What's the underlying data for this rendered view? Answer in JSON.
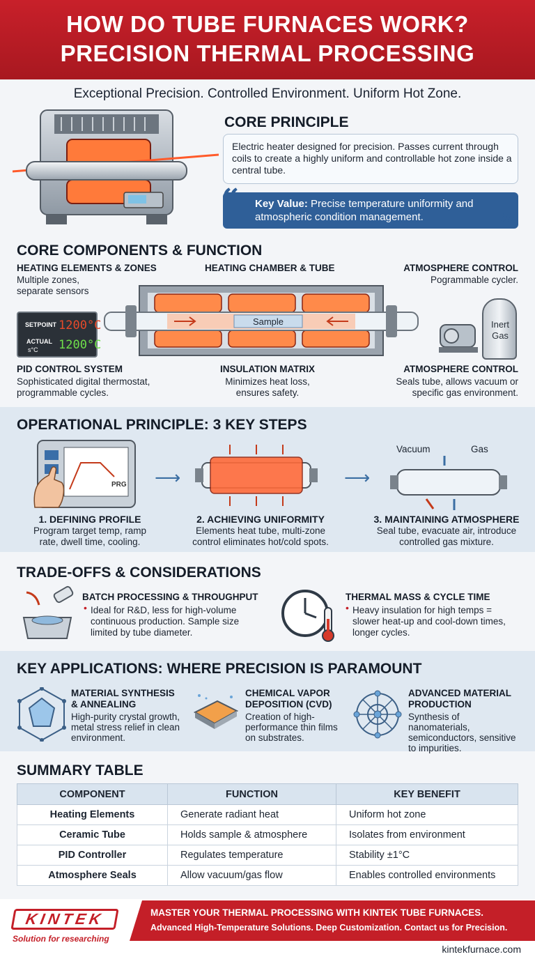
{
  "header": {
    "line1": "HOW DO TUBE FURNACES WORK?",
    "line2": "PRECISION THERMAL PROCESSING"
  },
  "tagline": "Exceptional Precision. Controlled Environment. Uniform Hot Zone.",
  "core_principle": {
    "title": "CORE PRINCIPLE",
    "description": "Electric heater designed for precision. Passes current through coils to create a highly uniform and controllable hot zone inside a central tube.",
    "key_value_label": "Key Value:",
    "key_value_text": "Precise temperature uniformity and atmospheric condition management."
  },
  "components": {
    "title": "CORE COMPONENTS & FUNCTION",
    "heating_elements": {
      "label": "HEATING ELEMENTS & ZONES",
      "desc": "Multiple zones, separate sensors"
    },
    "chamber": {
      "label": "HEATING CHAMBER & TUBE"
    },
    "atmosphere_top": {
      "label": "ATMOSPHERE CONTROL",
      "desc": "Pogrammable cycler."
    },
    "pid": {
      "label": "PID CONTROL SYSTEM",
      "desc": "Sophisticated digital thermostat, programmable cycles."
    },
    "insulation": {
      "label": "INSULATION MATRIX",
      "desc": "Minimizes heat loss, ensures safety."
    },
    "atmosphere_bottom": {
      "label": "ATMOSPHERE CONTROL",
      "desc": "Seals tube, allows vacuum or specific gas environment."
    },
    "sample_label": "Sample",
    "setpoint_label": "SETPOINT",
    "setpoint_value": "1200°C",
    "actual_label": "ACTUAL",
    "actual_sub": "s°C",
    "actual_value": "1200°C",
    "gas_label": "Inert Gas"
  },
  "operational": {
    "title": "OPERATIONAL PRINCIPLE: 3 KEY STEPS",
    "steps": [
      {
        "title": "1. DEFINING PROFILE",
        "desc": "Program target temp, ramp rate, dwell time, cooling."
      },
      {
        "title": "2. ACHIEVING UNIFORMITY",
        "desc": "Elements heat tube, multi-zone control eliminates hot/cold spots."
      },
      {
        "title": "3. MAINTAINING ATMOSPHERE",
        "desc": "Seal tube, evacuate air, introduce controlled gas mixture."
      }
    ],
    "vacuum_label": "Vacuum",
    "gas_label": "Gas",
    "screen_label": "PRG"
  },
  "tradeoffs": {
    "title": "TRADE-OFFS & CONSIDERATIONS",
    "items": [
      {
        "title": "BATCH PROCESSING & THROUGHPUT",
        "desc": "Ideal for R&D, less for high-volume continuous production. Sample size limited by tube diameter."
      },
      {
        "title": "THERMAL MASS & CYCLE TIME",
        "desc": "Heavy insulation for high temps = slower heat-up and cool-down times, longer cycles."
      }
    ]
  },
  "applications": {
    "title": "KEY APPLICATIONS: WHERE PRECISION IS PARAMOUNT",
    "items": [
      {
        "title": "MATERIAL SYNTHESIS & ANNEALING",
        "desc": "High-purity crystal growth, metal stress relief in clean environment."
      },
      {
        "title": "CHEMICAL VAPOR DEPOSITION (CVD)",
        "desc": "Creation of high-performance thin films on substrates."
      },
      {
        "title": "ADVANCED MATERIAL PRODUCTION",
        "desc": "Synthesis of nanomaterials, semiconductors, sensitive to impurities."
      }
    ]
  },
  "summary": {
    "title": "SUMMARY TABLE",
    "headers": [
      "COMPONENT",
      "FUNCTION",
      "KEY BENEFIT"
    ],
    "rows": [
      [
        "Heating Elements",
        "Generate radiant heat",
        "Uniform hot zone"
      ],
      [
        "Ceramic Tube",
        "Holds sample & atmosphere",
        "Isolates from environment"
      ],
      [
        "PID Controller",
        "Regulates temperature",
        "Stability ±1°C"
      ],
      [
        "Atmosphere Seals",
        "Allow vacuum/gas flow",
        "Enables controlled environments"
      ]
    ]
  },
  "footer": {
    "brand": "KINTEK",
    "brand_sub": "Solution for researching",
    "cta_title": "MASTER YOUR THERMAL PROCESSING WITH KINTEK TUBE FURNACES.",
    "cta_sub": "Advanced High-Temperature Solutions. Deep Customization. Contact us for Precision.",
    "url": "kintekfurnace.com"
  },
  "colors": {
    "brand_red": "#c41f28",
    "accent_blue": "#2f5f98",
    "panel_blue": "#dfe8f1"
  }
}
